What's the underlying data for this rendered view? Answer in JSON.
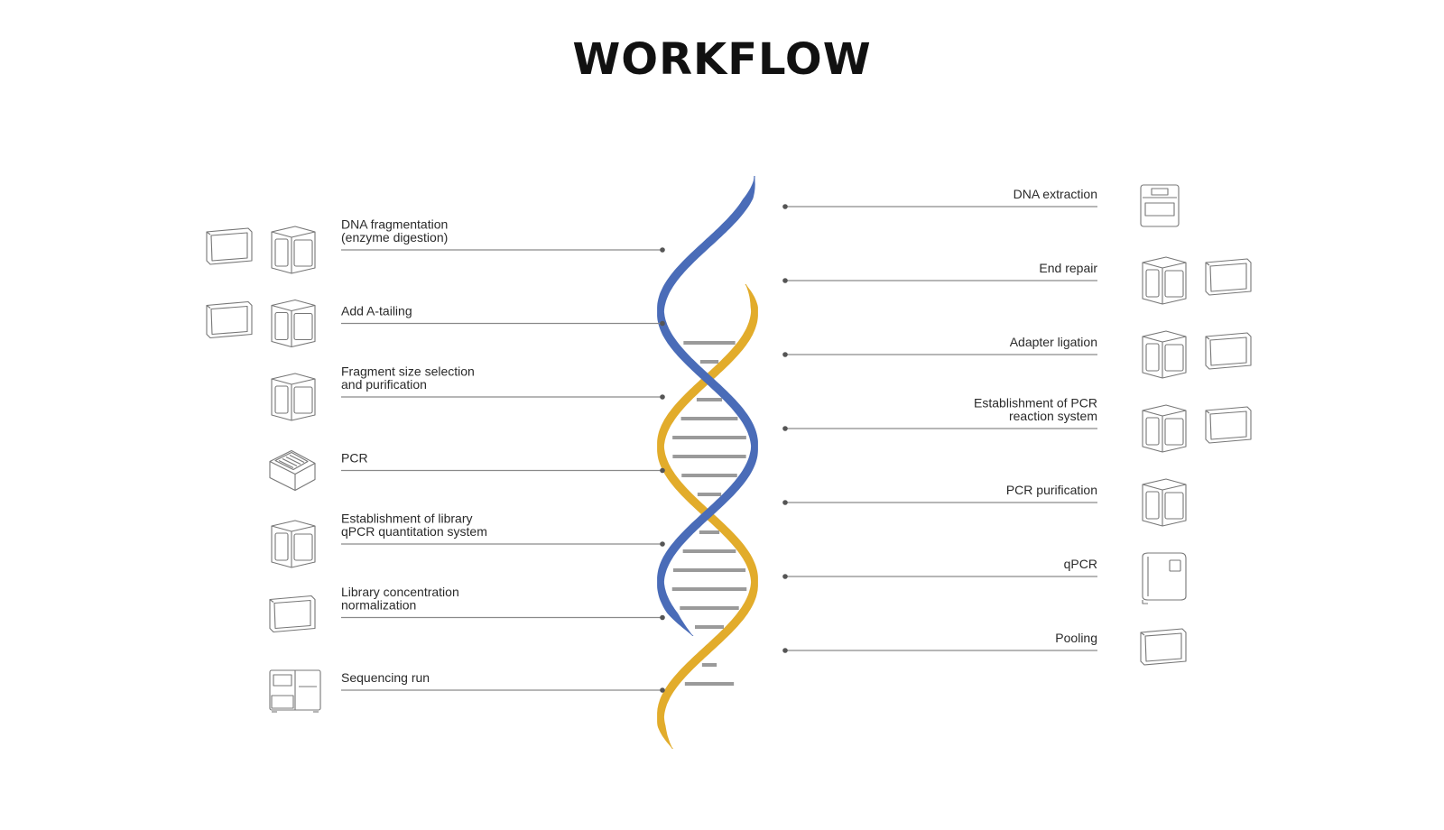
{
  "title": "WORKFLOW",
  "colors": {
    "strand_blue": "#4a6cb8",
    "strand_gold": "#e2ac2b",
    "rung": "#9a9a9a",
    "connector": "#8a8a8a"
  },
  "left_steps": [
    {
      "lines": [
        "DNA fragmentation",
        "(enzyme digestion)"
      ],
      "devices": [
        "plate-reader-icon",
        "incubator-icon"
      ]
    },
    {
      "lines": [
        "Add A-tailing"
      ],
      "devices": [
        "plate-reader-icon",
        "incubator-icon"
      ]
    },
    {
      "lines": [
        "Fragment size selection",
        "and purification"
      ],
      "devices": [
        "incubator-icon"
      ]
    },
    {
      "lines": [
        "PCR"
      ],
      "devices": [
        "thermal-cycler-icon"
      ]
    },
    {
      "lines": [
        "Establishment of library",
        "qPCR quantitation system"
      ],
      "devices": [
        "incubator-icon"
      ]
    },
    {
      "lines": [
        "Library concentration",
        "normalization"
      ],
      "devices": [
        "plate-reader-icon"
      ]
    },
    {
      "lines": [
        "Sequencing run"
      ],
      "devices": [
        "sequencer-icon"
      ]
    }
  ],
  "right_steps": [
    {
      "lines": [
        "DNA extraction"
      ],
      "devices": [
        "extractor-icon"
      ]
    },
    {
      "lines": [
        "End repair"
      ],
      "devices": [
        "incubator-icon",
        "plate-reader-icon"
      ]
    },
    {
      "lines": [
        "Adapter ligation"
      ],
      "devices": [
        "incubator-icon",
        "plate-reader-icon"
      ]
    },
    {
      "lines": [
        "Establishment of PCR",
        "reaction system"
      ],
      "devices": [
        "incubator-icon",
        "plate-reader-icon"
      ]
    },
    {
      "lines": [
        "PCR purification"
      ],
      "devices": [
        "incubator-icon"
      ]
    },
    {
      "lines": [
        "qPCR"
      ],
      "devices": [
        "qpcr-instrument-icon"
      ]
    },
    {
      "lines": [
        "Pooling"
      ],
      "devices": [
        "plate-reader-icon"
      ]
    }
  ]
}
